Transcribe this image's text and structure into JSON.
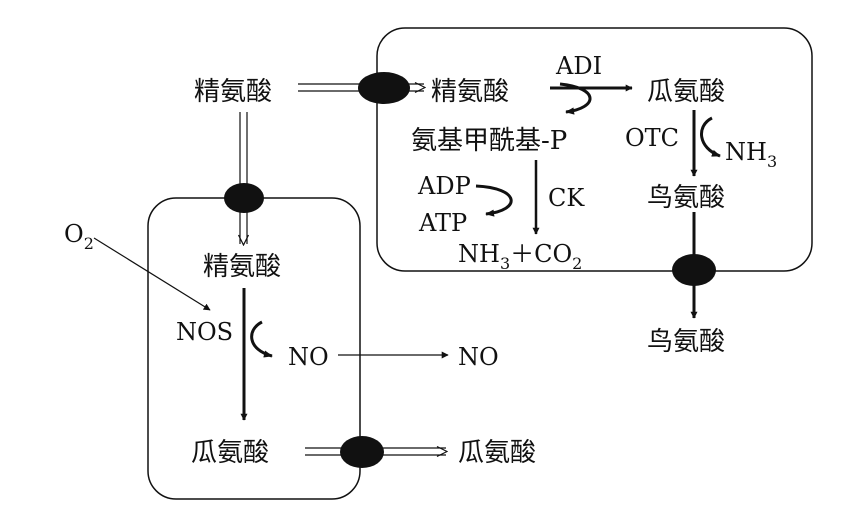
{
  "colors": {
    "ink": "#111111",
    "background": "#ffffff"
  },
  "labels": {
    "arginine": "精氨酸",
    "citrulline": "瓜氨酸",
    "ornithine": "鸟氨酸",
    "carbamoyl_p": "氨基甲酰基-P",
    "adi": "ADI",
    "otc": "OTC",
    "ck": "CK",
    "nos": "NOS",
    "nh3_nh": "NH",
    "nh3_sub": "3",
    "adp": "ADP",
    "atp": "ATP",
    "co2_nh": "NH",
    "co2_sub1": "3",
    "co2_plus": "＋CO",
    "co2_sub2": "2",
    "o2_o": "O",
    "o2_sub": "2",
    "no": "NO"
  }
}
